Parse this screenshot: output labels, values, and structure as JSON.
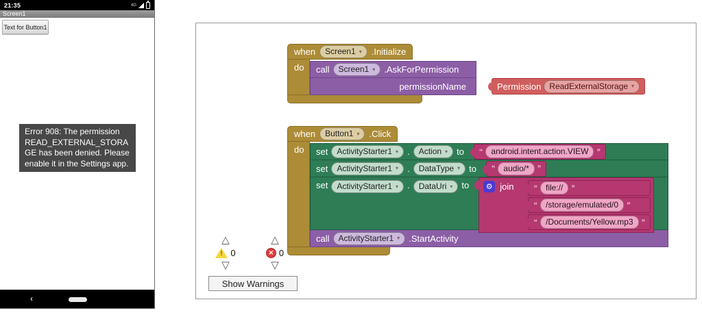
{
  "phone": {
    "time": "21:35",
    "network": "4G",
    "screen_title": "Screen1",
    "button_label": "Text for Button1",
    "toast": "Error 908: The permission READ_EXTERNAL_STORAGE has been denied. Please enable it in the Settings app.",
    "nav_back": "‹"
  },
  "punct": {
    "dot": ".",
    "dropdown": "▾",
    "quote_open": "“",
    "quote_close": "”"
  },
  "blocks": {
    "screen_init": {
      "when_label": "when",
      "component": "Screen1",
      "event": ".Initialize",
      "do_label": "do",
      "call_label": "call",
      "call_component": "Screen1",
      "call_method": ".AskForPermission",
      "param_label": "permissionName",
      "permission_label": "Permission",
      "permission_value": "ReadExternalStorage"
    },
    "button_click": {
      "when_label": "when",
      "component": "Button1",
      "event": ".Click",
      "do_label": "do",
      "set_label": "set",
      "to_label": "to",
      "action": {
        "component": "ActivityStarter1",
        "prop": "Action",
        "value": "android.intent.action.VIEW"
      },
      "datatype": {
        "component": "ActivityStarter1",
        "prop": "DataType",
        "value": "audio/*"
      },
      "datauri": {
        "component": "ActivityStarter1",
        "prop": "DataUri"
      },
      "join_label": "join",
      "join_args": [
        "file://",
        "/storage/emulated/0",
        "/Documents/Yellow.mp3"
      ],
      "call_label": "call",
      "call_component": "ActivityStarter1",
      "call_method": ".StartActivity"
    }
  },
  "footer": {
    "warning_count": "0",
    "error_count": "0",
    "warning_mark": "!",
    "error_mark": "✕",
    "show_warnings": "Show Warnings",
    "gear_glyph": "⚙"
  },
  "colors": {
    "gold": "#AD8C38",
    "gold_dark": "#8A6E22",
    "gold_light": "#DCCDA2",
    "purple": "#8C5EA6",
    "purple_dark": "#6E4689",
    "purple_light": "#CDB9DD",
    "green": "#2E7D55",
    "green_dark": "#1E5C3C",
    "green_light": "#C2DCCC",
    "magenta": "#B53870",
    "magenta_dark": "#8E2153",
    "pink": "#F0A6C6",
    "red": "#D15E5E",
    "red_dark": "#B13A3A",
    "red_light": "#E8A2A2",
    "gear_blue": "#4B3BD1"
  }
}
